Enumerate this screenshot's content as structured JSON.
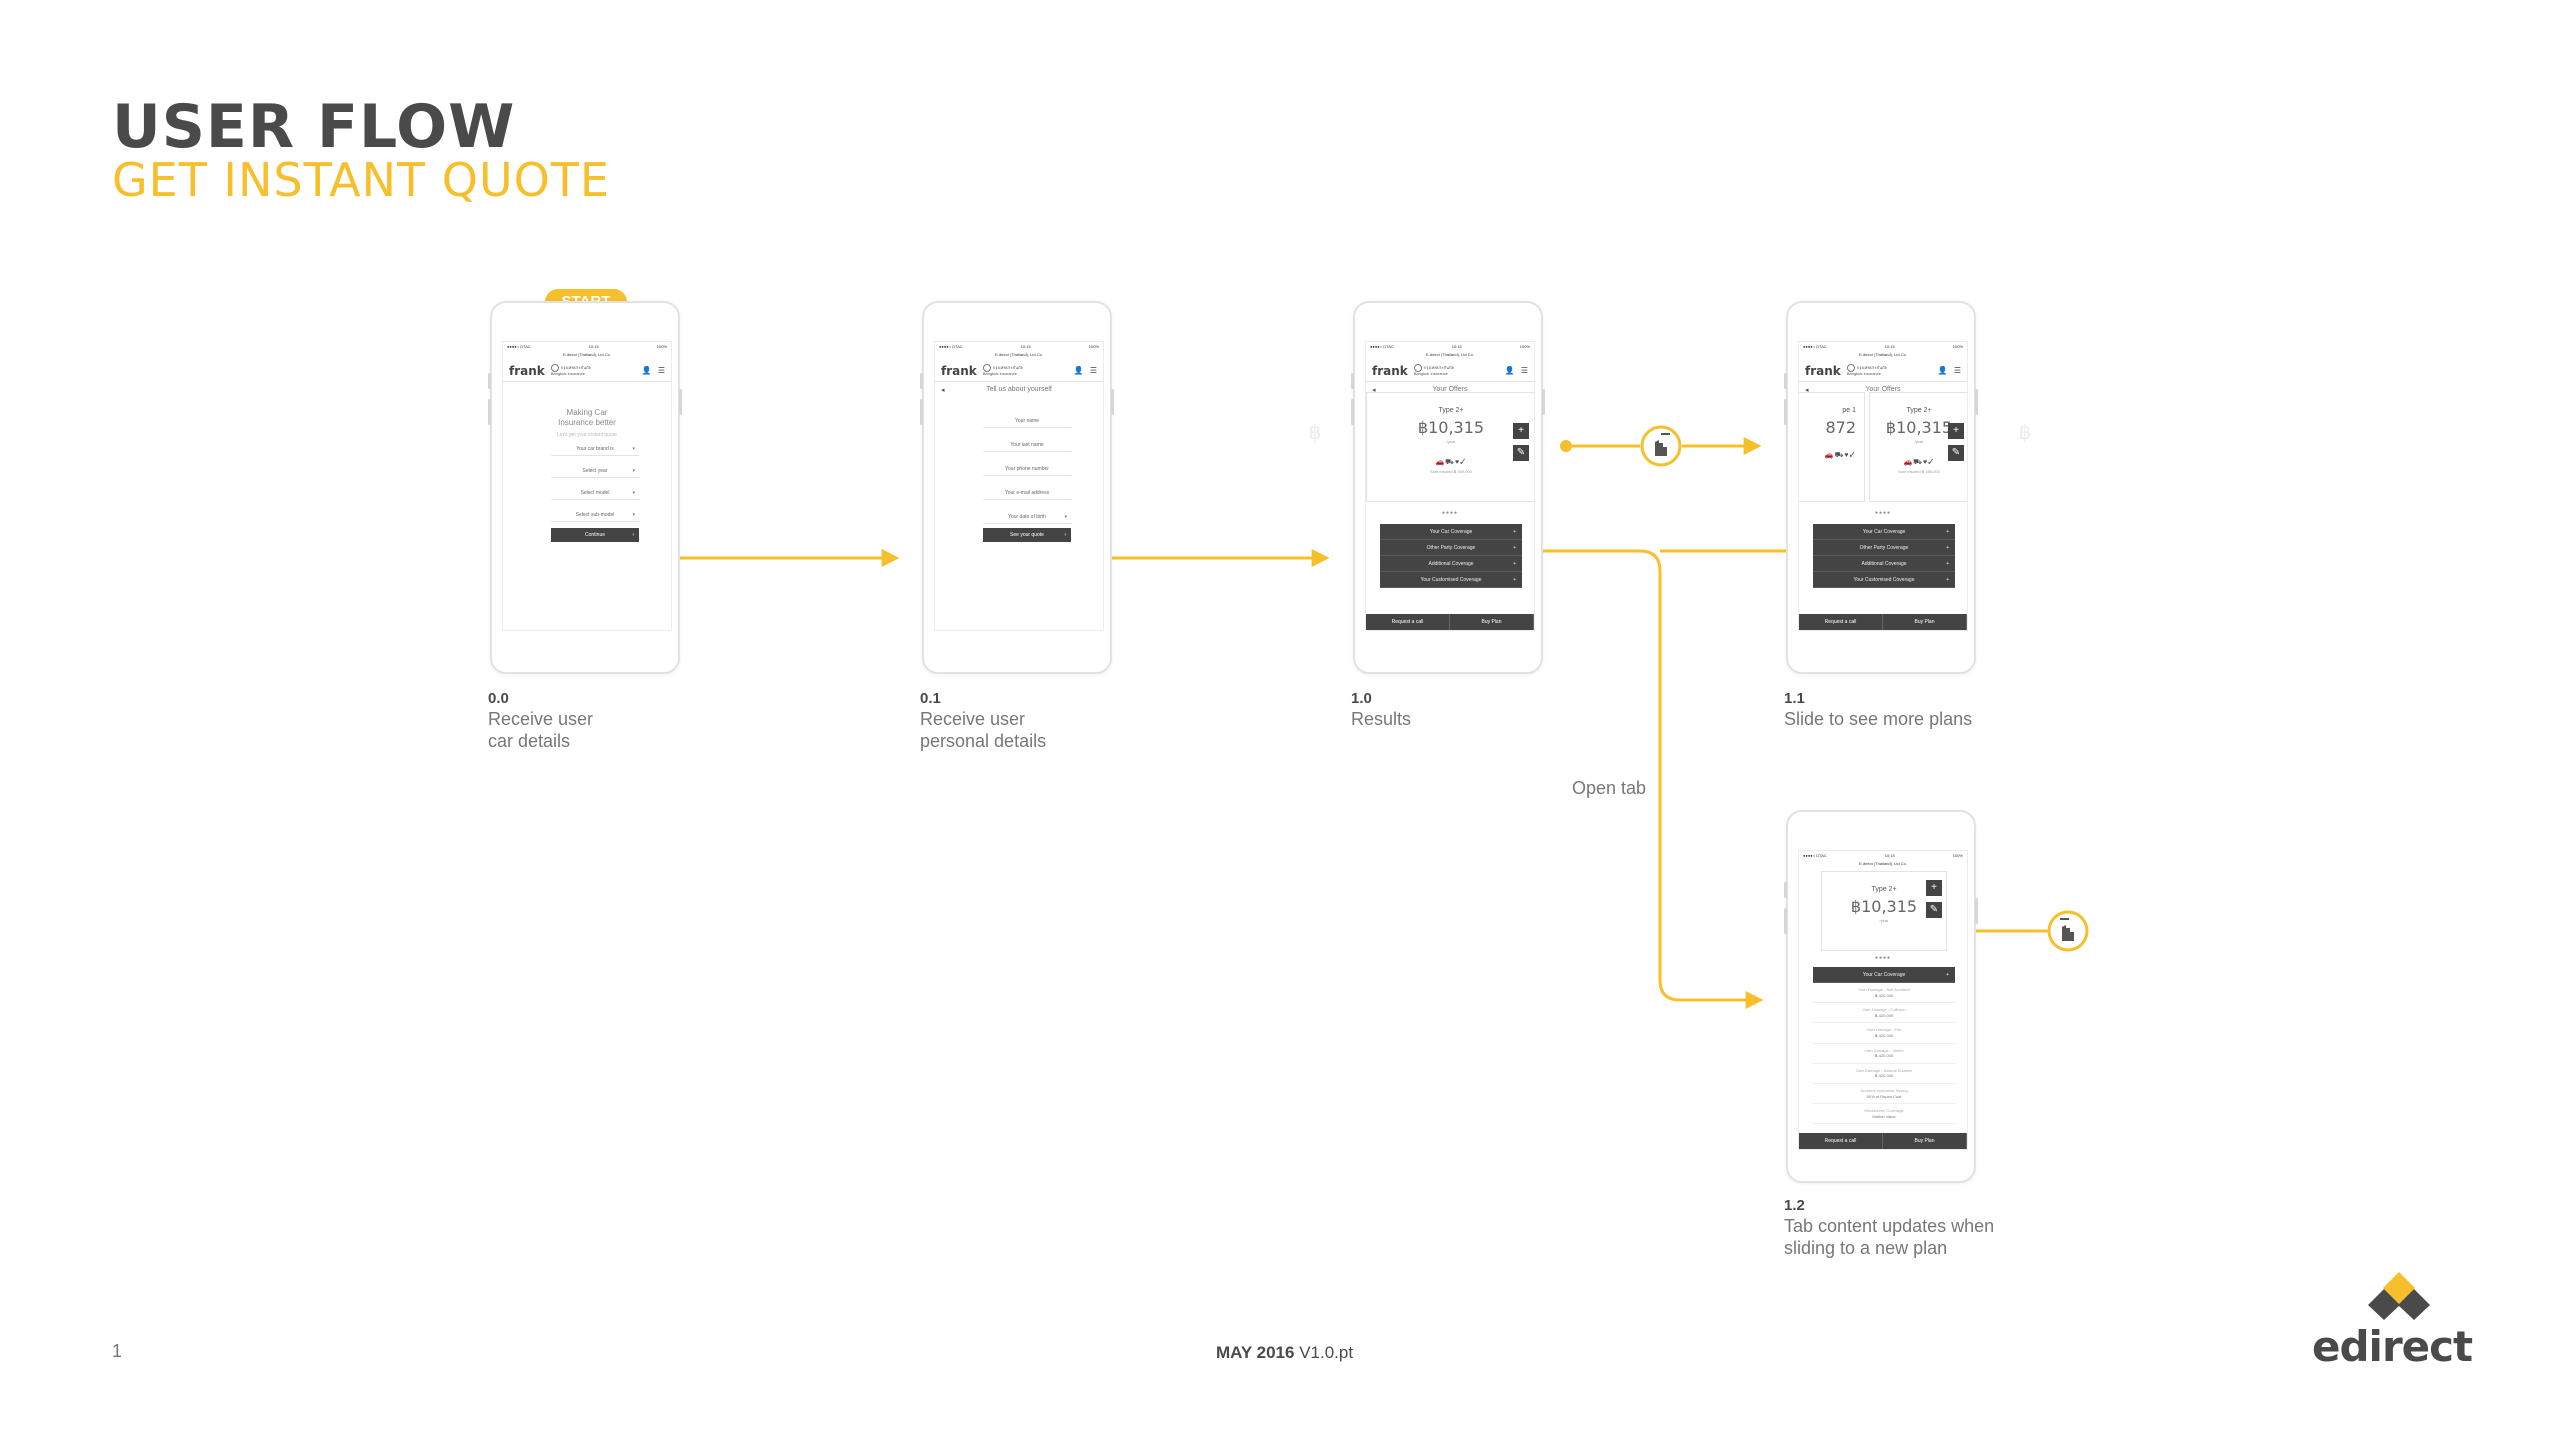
{
  "header": {
    "title": "USER FLOW",
    "subtitle": "GET INSTANT QUOTE"
  },
  "colors": {
    "accent": "#f6bf2b",
    "text": "#4a4a4a",
    "ui_dark": "#444444"
  },
  "start_badge": "START",
  "steps": [
    {
      "num": "0.0",
      "label_line1": "Receive user",
      "label_line2": "car details"
    },
    {
      "num": "0.1",
      "label_line1": "Receive user",
      "label_line2": "personal details"
    },
    {
      "num": "1.0",
      "label_line1": "Results",
      "label_line2": ""
    },
    {
      "num": "1.1",
      "label_line1": "Slide to see more plans",
      "label_line2": ""
    },
    {
      "num": "1.2",
      "label_line1": "Tab content updates when",
      "label_line2": "sliding to a new plan"
    }
  ],
  "connector_label": "Open tab",
  "footer": {
    "page_number": "1",
    "date": "MAY 2016",
    "version": "V1.0.pt",
    "brand": "edirect"
  },
  "mock": {
    "carrier": "●●●●○ DTAC",
    "time": "10:15",
    "battery": "100%",
    "app_title": "E-direct (Thailand), Ltd Co.",
    "logo": "frank",
    "partner_line1": "กรุงเทพประกันภัย",
    "partner_line2": "Bangkok Insurance",
    "car_form": {
      "title_line1": "Making Car",
      "title_line2": "Insurance better",
      "subtitle": "Let's get your instant quote",
      "fields": [
        "Your car brand is",
        "Select year",
        "Select model",
        "Select sub-model"
      ],
      "cta": "Continue"
    },
    "personal_form": {
      "heading": "Tell us about yourself",
      "fields": [
        "Your name",
        "Your last name",
        "Your phone number",
        "Your e-mail address",
        "Your date of birth"
      ],
      "cta": "See your quote"
    },
    "offers": {
      "heading": "Your Offers",
      "type": "Type 2+",
      "price": "฿10,315",
      "per": "/year",
      "side_type": "pe 1",
      "side_price": "872",
      "icons": "🚗⛟♥✓",
      "note": "Sum insured ฿ 350,000",
      "dots": "●●●●",
      "tabs": [
        "Your Car Coverage",
        "Other Party Coverage",
        "Additional Coverage",
        "Your Customised Coverage"
      ],
      "bottom": [
        "Request a call",
        "Buy Plan"
      ],
      "details": [
        {
          "k": "Own Damage - Self Accident",
          "v": "฿-420,000"
        },
        {
          "k": "Own Damage - Collision",
          "v": "฿-420,000"
        },
        {
          "k": "Own Damage - Fire",
          "v": "฿-420,000"
        },
        {
          "k": "Own Damage - Stolen",
          "v": "฿-420,000"
        },
        {
          "k": "Own Damage - Natural Disaster",
          "v": "฿-420,000"
        },
        {
          "k": "Accident Insurance Saving",
          "v": "50% of Repair Cost"
        },
        {
          "k": "Windscreen Coverage",
          "v": "Market Value"
        }
      ]
    }
  }
}
